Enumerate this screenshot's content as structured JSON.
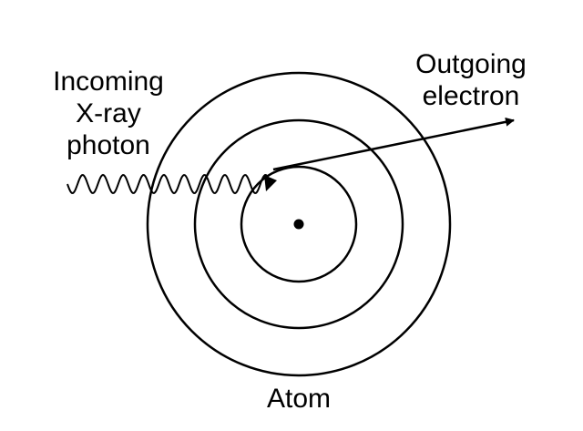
{
  "labels": {
    "incoming": [
      "Incoming",
      "X-ray",
      "photon"
    ],
    "outgoing": [
      "Outgoing",
      "electron"
    ],
    "atom": "Atom"
  },
  "colors": {
    "ink": "#000000",
    "background": "#ffffff"
  },
  "shells": 3
}
